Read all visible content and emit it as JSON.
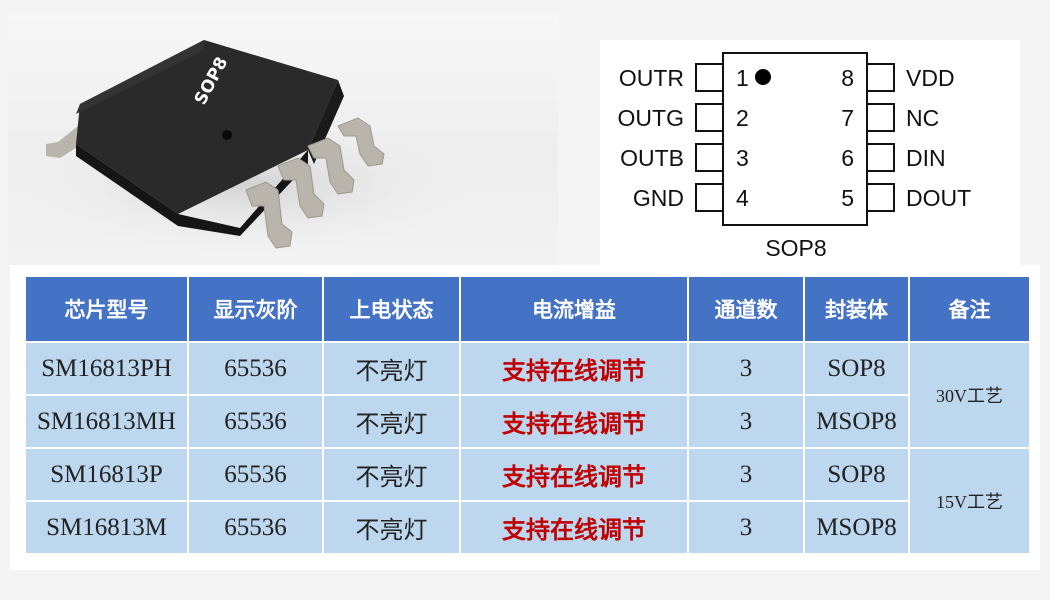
{
  "chip_photo": {
    "package_marking": "SOP8",
    "body_color": "#1f1f1f",
    "lead_color": "#b8b4ac"
  },
  "pinout": {
    "package_label": "SOP8",
    "left_pins": [
      {
        "number": "1",
        "name": "OUTR"
      },
      {
        "number": "2",
        "name": "OUTG"
      },
      {
        "number": "3",
        "name": "OUTB"
      },
      {
        "number": "4",
        "name": "GND"
      }
    ],
    "right_pins": [
      {
        "number": "8",
        "name": "VDD"
      },
      {
        "number": "7",
        "name": "NC"
      },
      {
        "number": "6",
        "name": "DIN"
      },
      {
        "number": "5",
        "name": "DOUT"
      }
    ]
  },
  "table": {
    "header_color": "#4472c4",
    "cell_color": "#bdd7ee",
    "highlight_color": "#c00000",
    "columns": [
      "芯片型号",
      "显示灰阶",
      "上电状态",
      "电流增益",
      "通道数",
      "封装体",
      "备注"
    ],
    "rows": [
      {
        "model": "SM16813PH",
        "grayscale": "65536",
        "power_on": "不亮灯",
        "current_gain": "支持在线调节",
        "channels": "3",
        "package": "SOP8"
      },
      {
        "model": "SM16813MH",
        "grayscale": "65536",
        "power_on": "不亮灯",
        "current_gain": "支持在线调节",
        "channels": "3",
        "package": "MSOP8"
      },
      {
        "model": "SM16813P",
        "grayscale": "65536",
        "power_on": "不亮灯",
        "current_gain": "支持在线调节",
        "channels": "3",
        "package": "SOP8"
      },
      {
        "model": "SM16813M",
        "grayscale": "65536",
        "power_on": "不亮灯",
        "current_gain": "支持在线调节",
        "channels": "3",
        "package": "MSOP8"
      }
    ],
    "notes": [
      "30V工艺",
      "15V工艺"
    ]
  }
}
